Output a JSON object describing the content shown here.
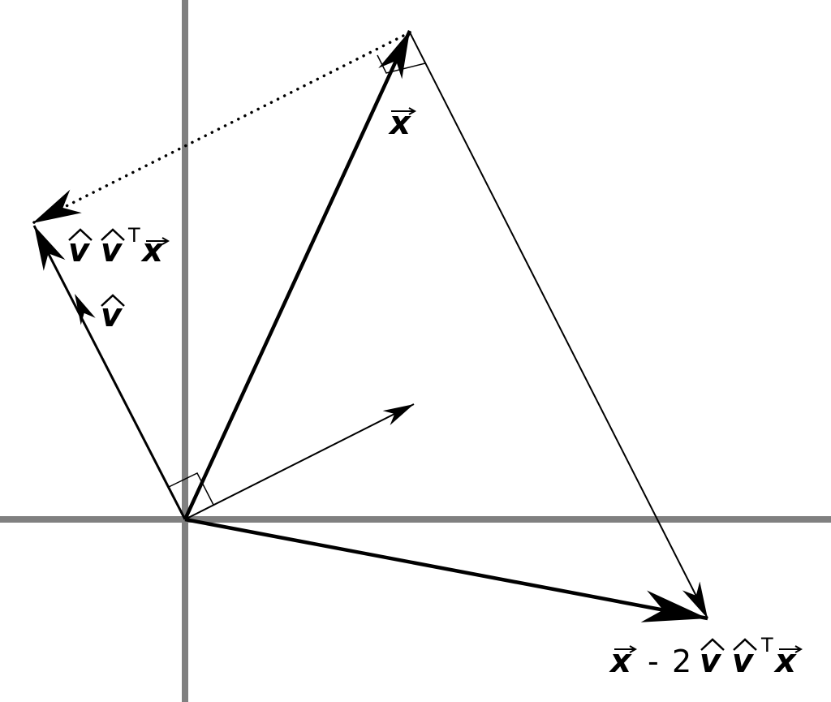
{
  "title": "Householder reflection",
  "colors": {
    "axis": "#808080",
    "ink": "#000000"
  },
  "labels": {
    "x_vector": {
      "x": "x"
    },
    "projection": {
      "v1": "v",
      "v2": "v",
      "T": "T",
      "x": "x"
    },
    "v_hat": {
      "v": "v"
    },
    "reflection": {
      "x1": "x",
      "minus": "-",
      "two": "2",
      "v1": "v",
      "v2": "v",
      "T": "T",
      "x2": "x"
    }
  }
}
